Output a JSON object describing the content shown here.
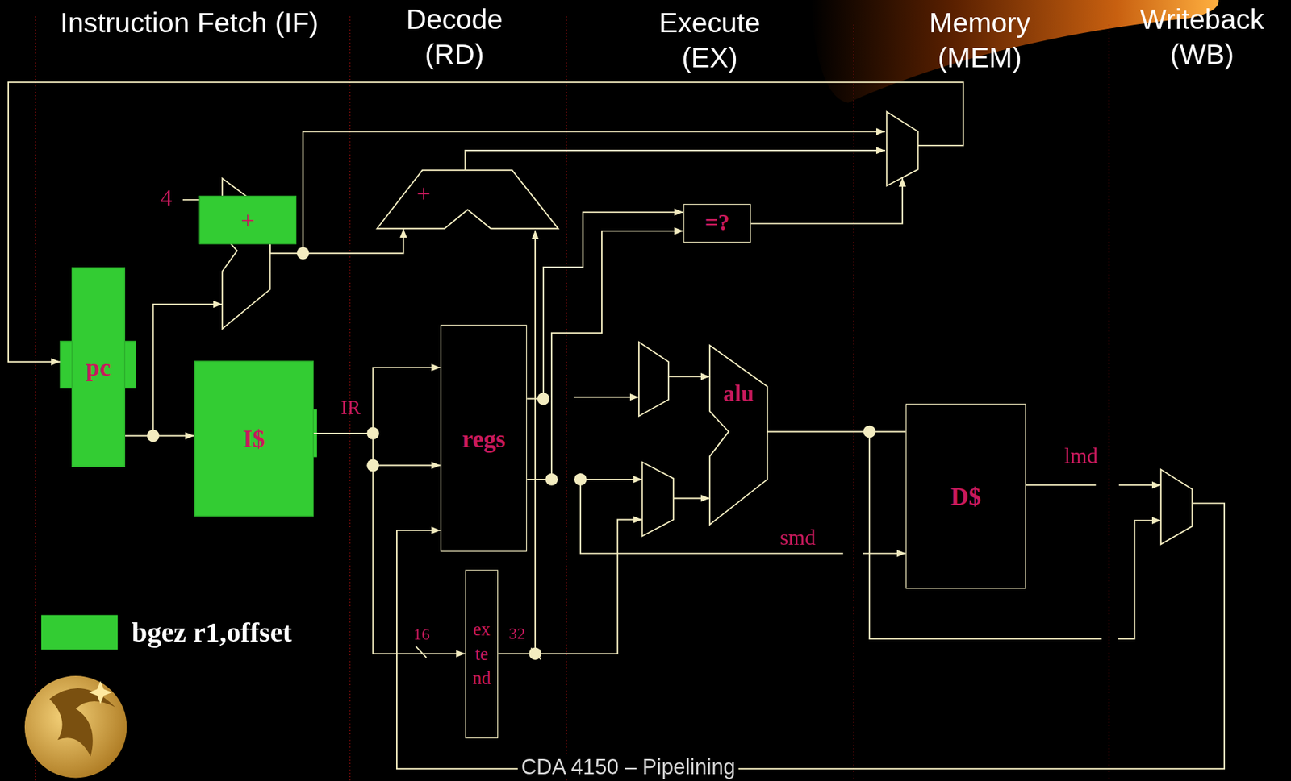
{
  "diagram": {
    "nodes": [
      {
        "text": [
          "+"
        ]
      },
      {
        "text": [
          "+"
        ]
      },
      {
        "text": [
          "=?"
        ]
      },
      {
        "text": [
          "pc"
        ]
      },
      {
        "text": [
          "I$"
        ]
      },
      {
        "text": [
          "regs"
        ]
      },
      {
        "text": [
          "alu"
        ]
      },
      {
        "text": [
          "D$"
        ]
      },
      {
        "text": [
          "extend"
        ]
      }
    ],
    "edges": [
      {
        "from": 3,
        "to": 4,
        "arrow": "to"
      },
      {
        "from": 0,
        "to": 1,
        "arrow": "to"
      },
      {
        "from": 4,
        "to": 5,
        "arrow": "to"
      },
      {
        "from": 4,
        "to": 8,
        "arrow": "to"
      },
      {
        "from": 5,
        "to": 2,
        "arrow": "to"
      },
      {
        "from": 5,
        "to": 2,
        "arrow": "to"
      },
      {
        "from": 6,
        "to": 7,
        "arrow": "none"
      }
    ],
    "labels": [
      "Instruction Fetch (IF)",
      "Decode (RD)",
      "Execute (EX)",
      "Memory (MEM)",
      "Writeback (WB)",
      "4",
      "IR",
      "16",
      "32",
      "smd",
      "lmd",
      "CDA 4150 – Pipelining"
    ],
    "legend": [
      {
        "text": "bgez r1,offset",
        "color": "#33cc33"
      }
    ]
  }
}
